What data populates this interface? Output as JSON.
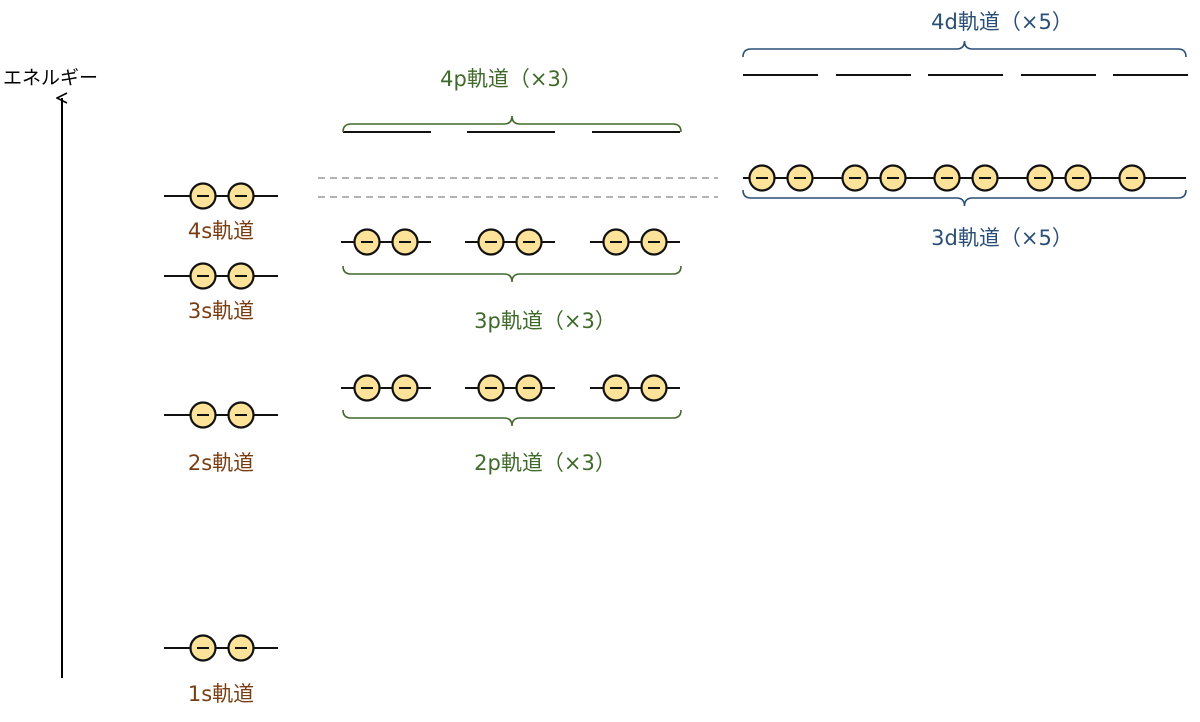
{
  "colors": {
    "s": "#7a3d12",
    "p": "#3f6a2a",
    "d": "#2a4f77",
    "electron_fill": "#fde39a",
    "line": "#111111",
    "dash": "#999999"
  },
  "axis": {
    "label": "エネルギー"
  },
  "electron": {
    "symbol": "−"
  },
  "orbitals": {
    "s1": {
      "label": "1s軌道",
      "electrons": 2
    },
    "s2": {
      "label": "2s軌道",
      "electrons": 2
    },
    "s3": {
      "label": "3s軌道",
      "electrons": 2
    },
    "s4": {
      "label": "4s軌道",
      "electrons": 2
    },
    "p2": {
      "label": "2p軌道（×3）",
      "electrons": [
        2,
        2,
        2
      ]
    },
    "p3": {
      "label": "3p軌道（×3）",
      "electrons": [
        2,
        2,
        2
      ]
    },
    "p4": {
      "label": "4p軌道（×3）",
      "electrons": [
        0,
        0,
        0
      ]
    },
    "d3": {
      "label": "3d軌道（×5）",
      "electrons": [
        2,
        2,
        2,
        2,
        1
      ]
    },
    "d4": {
      "label": "4d軌道（×5）",
      "electrons": [
        0,
        0,
        0,
        0,
        0
      ]
    }
  }
}
